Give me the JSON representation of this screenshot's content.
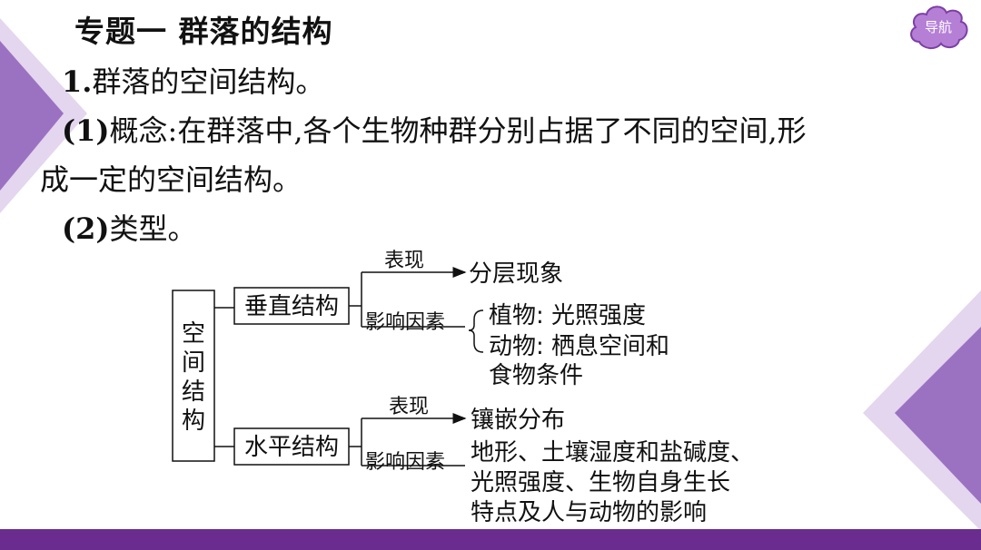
{
  "title": "专题一 群落的结构",
  "para1": {
    "num": "1.",
    "text": "群落的空间结构。"
  },
  "para2": {
    "num": "(1)",
    "text": "概念:在群落中,各个生物种群分别占据了不同的空间,形"
  },
  "para3": {
    "text": "成一定的空间结构。"
  },
  "para4": {
    "num": "(2)",
    "text": "类型。"
  },
  "nav": {
    "label": "导航"
  },
  "diagram": {
    "root_chars": [
      "空",
      "间",
      "结",
      "构"
    ],
    "vertical": {
      "label": "垂直结构",
      "shows_label": "表现",
      "shows_value": "分层现象",
      "factor_label": "影响因素",
      "factors": [
        "植物: 光照强度",
        "动物: 栖息空间和",
        "食物条件"
      ]
    },
    "horizontal": {
      "label": "水平结构",
      "shows_label": "表现",
      "shows_value": "镶嵌分布",
      "factor_label": "影响因素",
      "factors": [
        "地形、土壤湿度和盐碱度、",
        "光照强度、生物自身生长",
        "特点及人与动物的影响"
      ]
    }
  },
  "colors": {
    "accent": "#6a2c8e",
    "nav_fill": "#b57fd6",
    "deco_light": "#d9c7e8",
    "deco_mid": "#9b72c2"
  }
}
